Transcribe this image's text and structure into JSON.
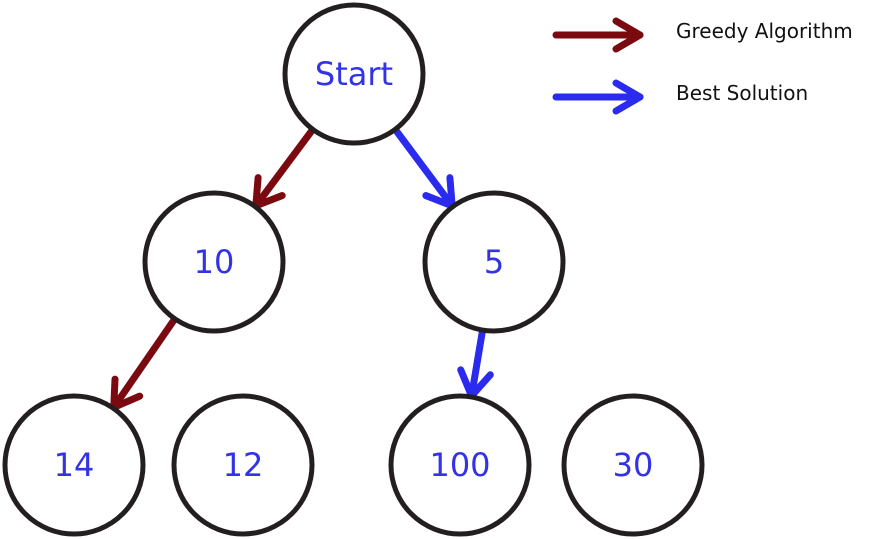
{
  "colors": {
    "greedy": "#7a0a0f",
    "best": "#2b2bef",
    "node_text": "#3232e6",
    "node_stroke": "#231f20"
  },
  "legend": [
    {
      "id": "greedy",
      "label": "Greedy Algorithm"
    },
    {
      "id": "best",
      "label": "Best Solution"
    }
  ],
  "nodes": [
    {
      "id": "start",
      "label": "Start"
    },
    {
      "id": "n10",
      "label": "10"
    },
    {
      "id": "n5",
      "label": "5"
    },
    {
      "id": "n14",
      "label": "14"
    },
    {
      "id": "n12",
      "label": "12"
    },
    {
      "id": "n100",
      "label": "100"
    },
    {
      "id": "n30",
      "label": "30"
    }
  ],
  "edges": [
    {
      "from": "start",
      "to": "n10",
      "kind": "greedy"
    },
    {
      "from": "n10",
      "to": "n14",
      "kind": "greedy"
    },
    {
      "from": "start",
      "to": "n5",
      "kind": "best"
    },
    {
      "from": "n5",
      "to": "n100",
      "kind": "best"
    }
  ]
}
